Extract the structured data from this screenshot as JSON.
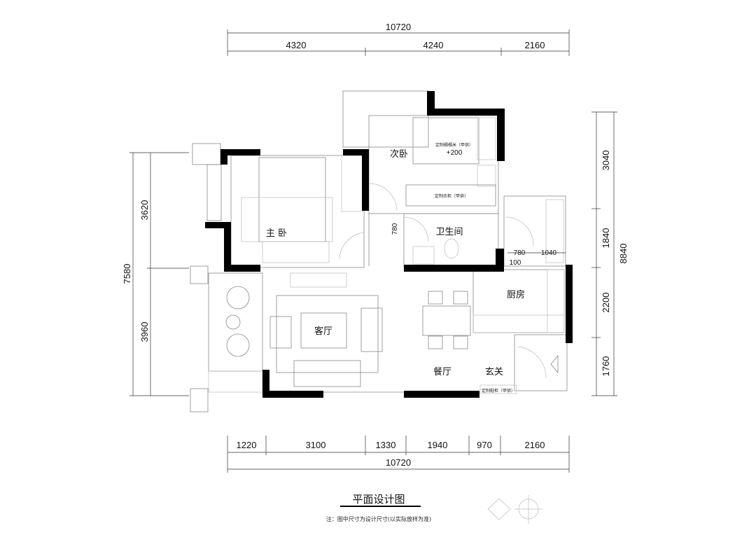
{
  "dimensions": {
    "top_total": "10720",
    "top": [
      "4320",
      "4240",
      "2160"
    ],
    "bottom": [
      "1220",
      "3100",
      "1330",
      "1940",
      "970",
      "2160"
    ],
    "bottom_total": "10720",
    "left_total": "7580",
    "left": [
      "3620",
      "3960"
    ],
    "right_total": "8840",
    "right": [
      "3040",
      "1840",
      "2200",
      "1760"
    ],
    "inner": {
      "bath_door": "780",
      "kitchen_a": "780",
      "kitchen_b": "1040",
      "step": "100"
    }
  },
  "rooms": {
    "master_bedroom": "主 卧",
    "second_bedroom": "次卧",
    "bathroom": "卫生间",
    "kitchen": "厨房",
    "living_room": "客厅",
    "dining_room": "餐厅",
    "entrance": "玄关"
  },
  "annotations": {
    "tatami": "定制榻榻米（甲供）",
    "tatami_height": "+200",
    "wardrobe": "定制衣柜（甲供）",
    "shoe_cabinet": "定制鞋柜（甲供）"
  },
  "title": "平面设计图",
  "note": "注：图中尺寸为设计尺寸(以实际放样为准)"
}
